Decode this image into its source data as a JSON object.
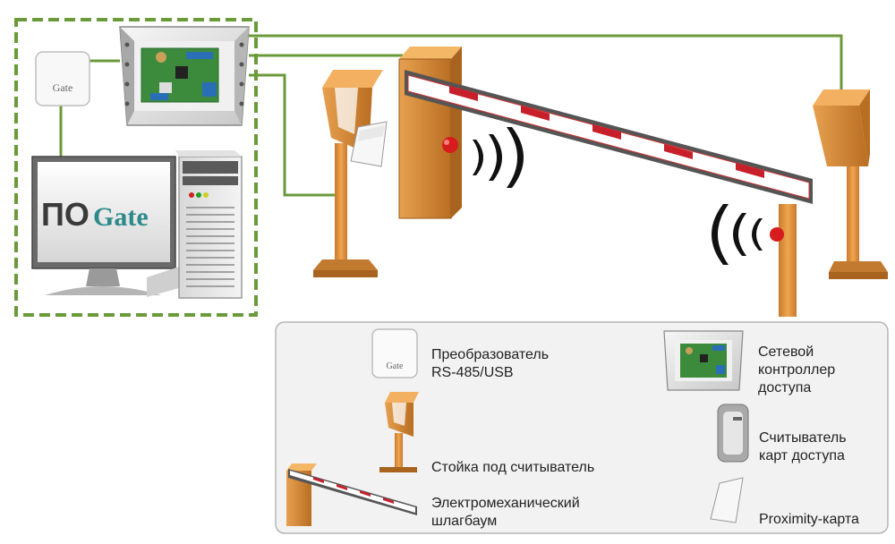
{
  "colors": {
    "wire": "#6a9a3a",
    "post": "#e09640",
    "post_dark": "#b96e22",
    "barrier_red": "#c8202a",
    "panel_bg": "#f2f2f2",
    "panel_border": "#b5b5b5",
    "gate_logo": "#2e8a8a",
    "po_text": "#3a3a3a"
  },
  "logos": {
    "converter_logo": "Gate",
    "pc_software_prefix": "ПО",
    "pc_software_brand": "Gate"
  },
  "legend": {
    "converter": "Преобразователь\nRS-485/USB",
    "controller": "Сетевой\nконтроллер\nдоступа",
    "reader": "Считыватель\nкарт доступа",
    "reader_post": "Стойка под считыватель",
    "barrier": "Электромеханический\nшлагбаум",
    "card": "Proximity-карта"
  }
}
